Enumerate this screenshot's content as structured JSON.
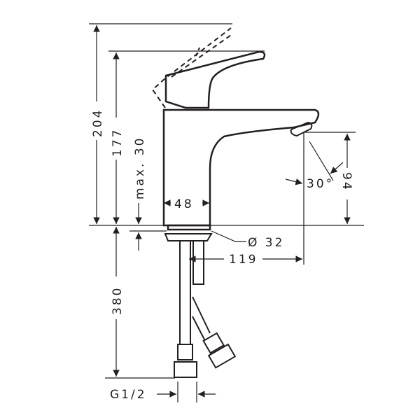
{
  "drawing": {
    "subject": "basin mixer faucet dimension drawing",
    "line_color": "#231f20",
    "background": "#ffffff"
  },
  "dimensions": {
    "total_height_lever_open": "204",
    "total_height": "177",
    "max_deck_thickness": "max. 30",
    "body_width": "48",
    "spout_height": "94",
    "aerator_angle": "30°",
    "outlet_diameter": "Ø 32",
    "spout_reach": "119",
    "hose_length": "380",
    "connection_thread": "G1/2"
  }
}
